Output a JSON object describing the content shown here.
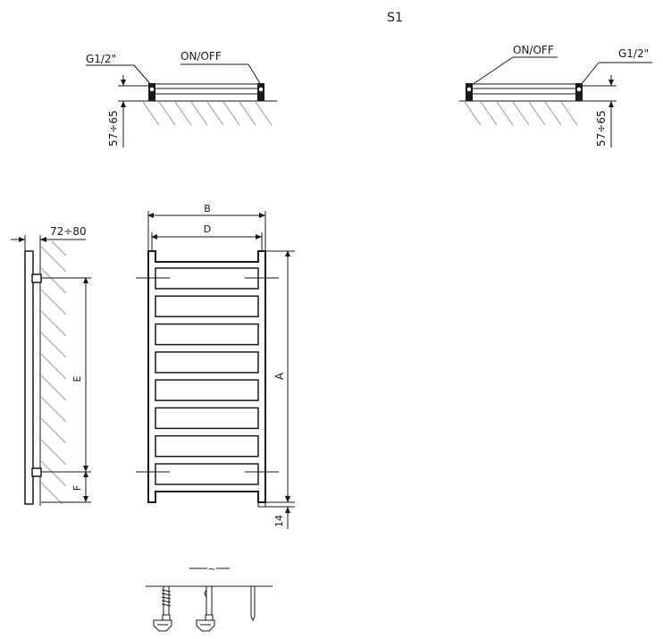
{
  "title": "S1",
  "top_view_left": {
    "thread_label": "G1/2\"",
    "valve_label": "ON/OFF",
    "wall_distance": "57÷65"
  },
  "top_view_right": {
    "thread_label": "G1/2\"",
    "valve_label": "ON/OFF",
    "wall_distance": "57÷65"
  },
  "side_view": {
    "depth_label": "72÷80",
    "height_between_mounts": "E",
    "bottom_offset": "F"
  },
  "front_view": {
    "width_overall": "B",
    "width_connections": "D",
    "height_overall": "A",
    "bottom_gap": "14",
    "bar_count": 8
  },
  "connection_detail": {
    "break_mark": "~"
  },
  "colors": {
    "line": "#1a1a1a",
    "hatch": "#9a9a9a",
    "background": "#ffffff"
  }
}
